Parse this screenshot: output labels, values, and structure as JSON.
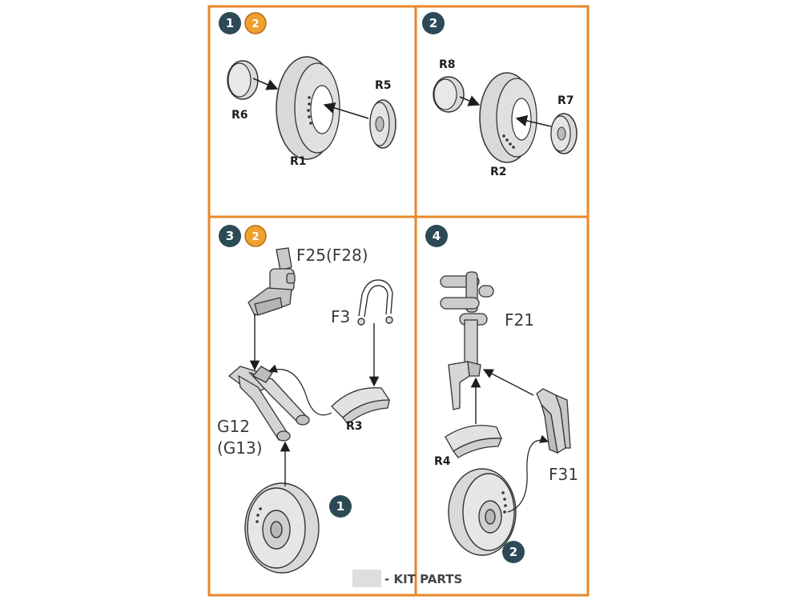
{
  "colors": {
    "frame": "#e8872a",
    "step_badge": "#2c4a55",
    "ref_badge": "#f0a030",
    "part_fill": "#d9d9d9",
    "part_stroke": "#333333",
    "kit_parts_swatch": "#dedede"
  },
  "steps": [
    {
      "number": "1",
      "ref_badge": "2",
      "parts": {
        "tire": "R1",
        "hub_cap": "R6",
        "hub": "R5"
      }
    },
    {
      "number": "2",
      "parts": {
        "tire": "R2",
        "hub_cap": "R8",
        "hub": "R7"
      }
    },
    {
      "number": "3",
      "ref_badge": "2",
      "parts": {
        "strut": "F25(F28)",
        "link": "F3",
        "fork": "G12",
        "fork_alt": "(G13)",
        "fender": "R3"
      },
      "wheel_ref": "1"
    },
    {
      "number": "4",
      "parts": {
        "strut": "F21",
        "fender": "R4",
        "fork": "F31"
      },
      "wheel_ref": "2"
    }
  ],
  "legend": {
    "label": "- KIT PARTS"
  }
}
